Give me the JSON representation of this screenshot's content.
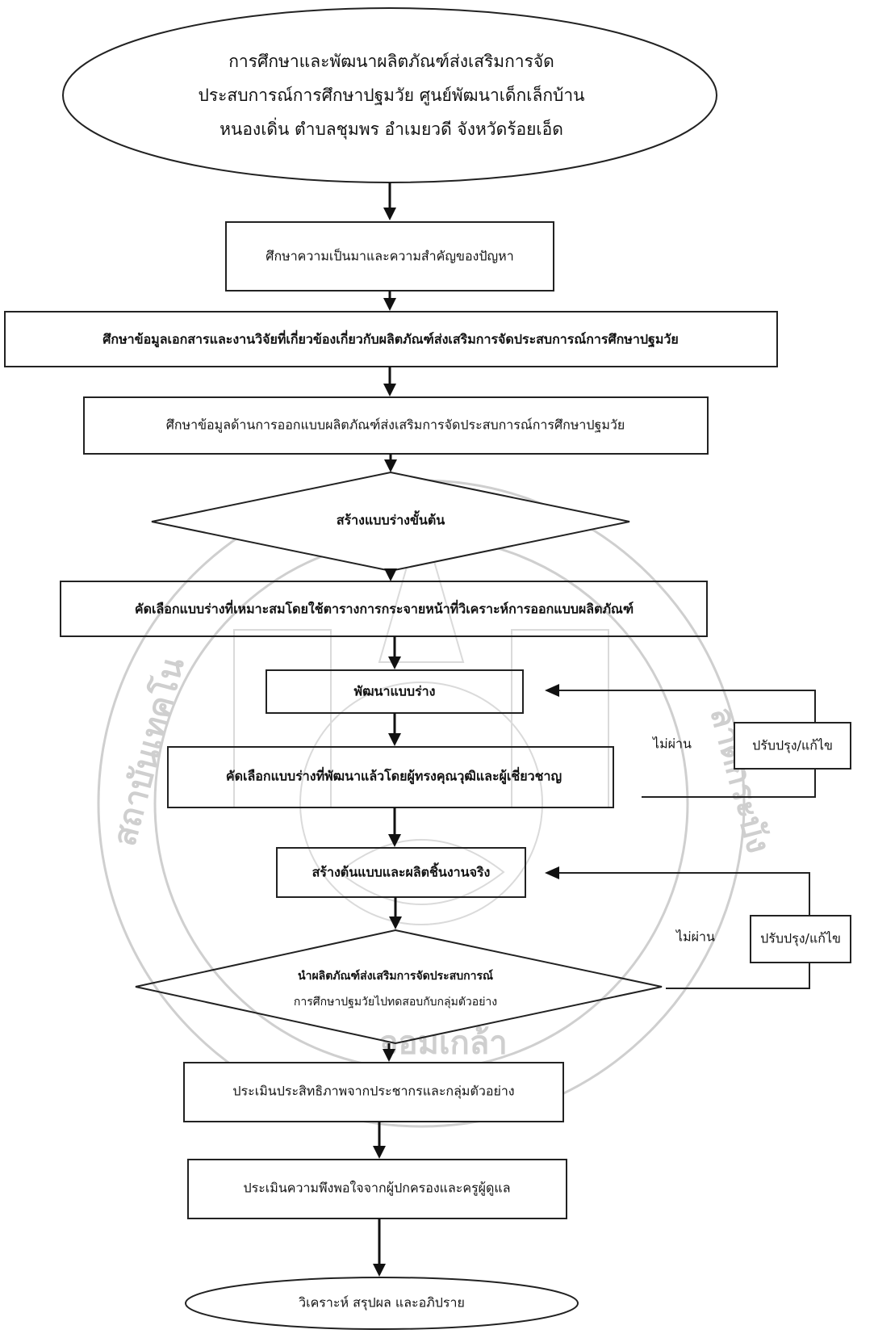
{
  "flowchart": {
    "start_lines": [
      "การศึกษาและพัฒนาผลิตภัณฑ์ส่งเสริมการจัด",
      "ประสบการณ์การศึกษาปฐมวัย ศูนย์พัฒนาเด็กเล็กบ้าน",
      "หนองเดิ่น ตำบลชุมพร อำเมยวดี จังหวัดร้อยเอ็ด"
    ],
    "step1": "ศึกษาความเป็นมาและความสำคัญของปัญหา",
    "step2": "ศึกษาข้อมูลเอกสารและงานวิจัยที่เกี่ยวข้องเกี่ยวกับผลิตภัณฑ์ส่งเสริมการจัดประสบการณ์การศึกษาปฐมวัย",
    "step3": "ศึกษาข้อมูลด้านการออกแบบผลิตภัณฑ์ส่งเสริมการจัดประสบการณ์การศึกษาปฐมวัย",
    "decision1": "สร้างแบบร่างขั้นต้น",
    "step4": "คัดเลือกแบบร่างที่เหมาะสมโดยใช้ตารางการกระจายหน้าที่วิเคราะห์การออกแบบผลิตภัณฑ์",
    "step5": "พัฒนาแบบร่าง",
    "step6": "คัดเลือกแบบร่างที่พัฒนาแล้วโดยผู้ทรงคุณวุฒิและผู้เชี่ยวชาญ",
    "fail_label_1": "ไม่ผ่าน",
    "revise_1": "ปรับปรุง/แก้ไข",
    "step7": "สร้างต้นแบบและผลิตชิ้นงานจริง",
    "decision2_lines": [
      "นำผลิตภัณฑ์ส่งเสริมการจัดประสบการณ์",
      "การศึกษาปฐมวัยไปทดสอบกับกลุ่มตัวอย่าง"
    ],
    "fail_label_2": "ไม่ผ่าน",
    "revise_2": "ปรับปรุง/แก้ไข",
    "step8": "ประเมินประสิทธิภาพจากประชากรและกลุ่มตัวอย่าง",
    "step9": "ประเมินความพึงพอใจจากผู้ปกครองและครูผู้ดูแล",
    "end": "วิเคราะห์ สรุปผล และอภิปราย"
  }
}
